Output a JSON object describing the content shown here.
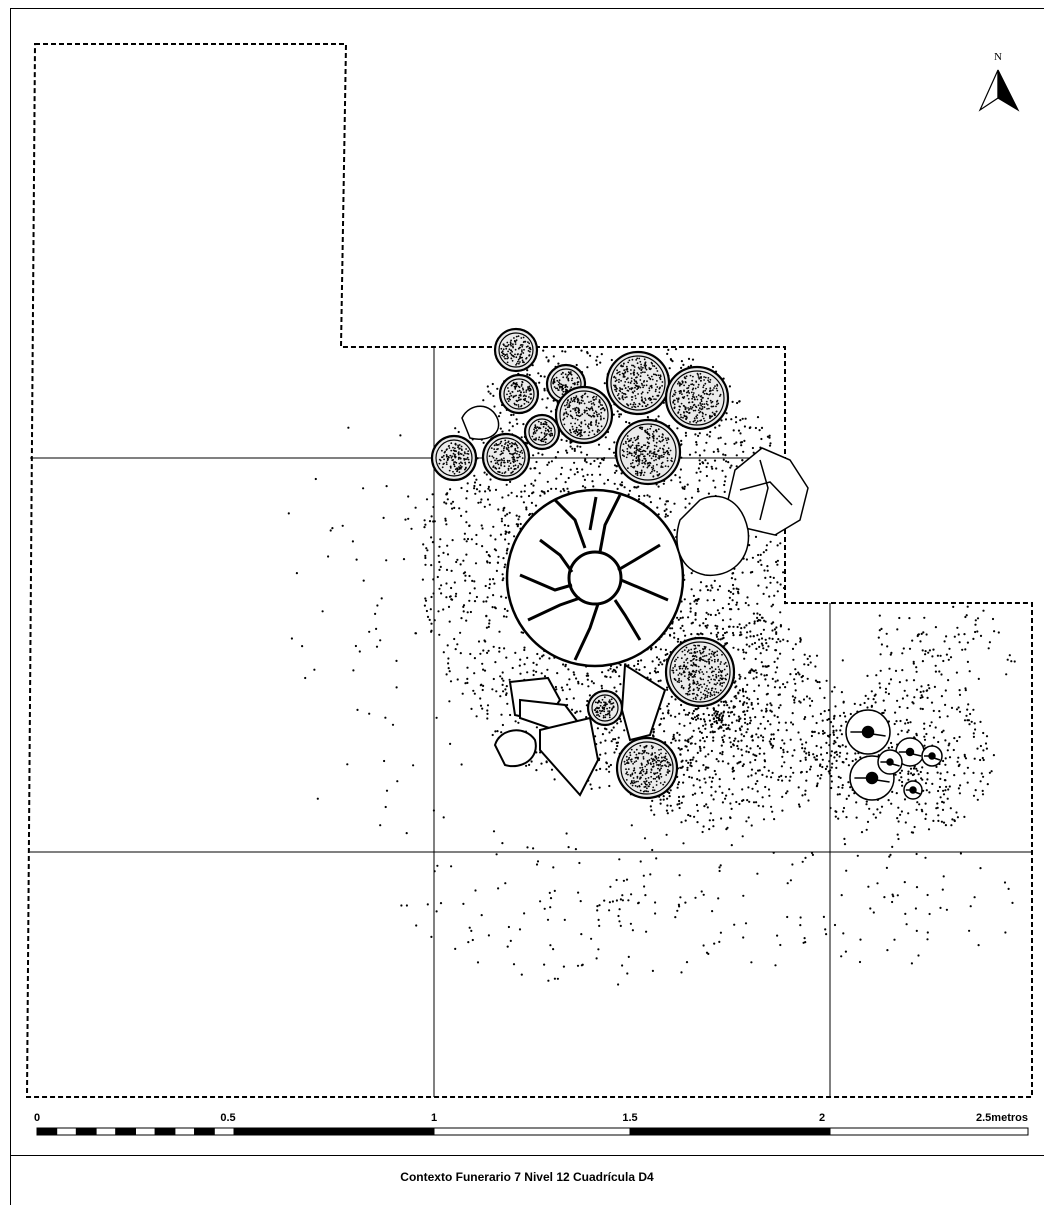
{
  "north_label": "N",
  "scale": {
    "ticks": [
      "0",
      "0.5",
      "1",
      "1.5",
      "2",
      "2.5metros"
    ]
  },
  "caption": "Contexto Funerario 7 Nivel 12 Cuadrícula D4",
  "colors": {
    "ink": "#000000",
    "paper": "#ffffff",
    "vessel_fill": "#ebebeb"
  },
  "icons": [
    "north-arrow-icon"
  ]
}
